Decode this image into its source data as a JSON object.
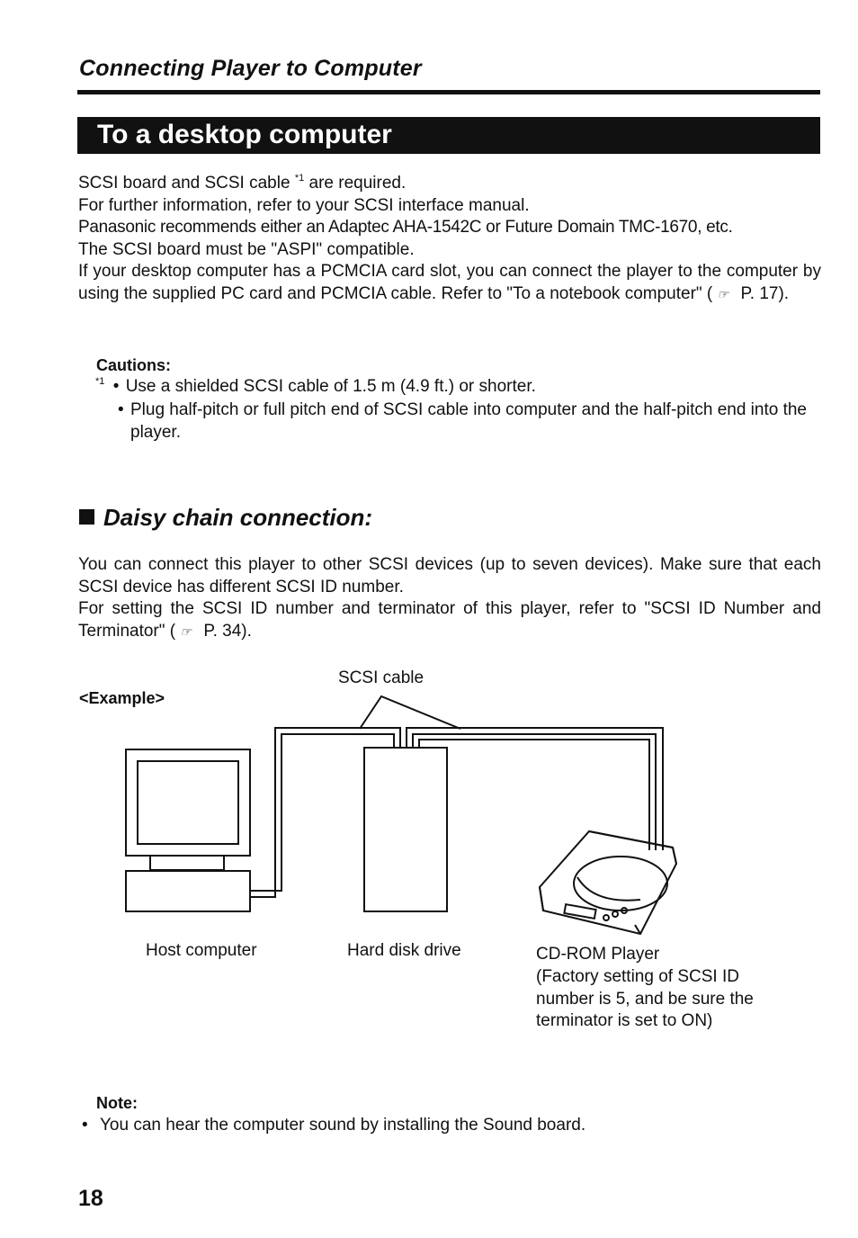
{
  "chapter_title": "Connecting Player to Computer",
  "section_title": "To a desktop computer",
  "intro": {
    "line1_pre": "SCSI board and SCSI cable ",
    "line1_sup": "*1",
    "line1_post": " are required.",
    "line2": "For further information, refer to your SCSI interface manual.",
    "line3": "Panasonic recommends either an Adaptec AHA-1542C or Future Domain TMC-1670, etc.",
    "line4": "The SCSI board must be \"ASPI\" compatible.",
    "line5_pre": "If your desktop computer has a PCMCIA card slot, you can connect the player to the computer by using the supplied PC card and PCMCIA cable. Refer to \"To a notebook computer\" ( ",
    "line5_ref": "P. 17)."
  },
  "cautions": {
    "heading": "Cautions:",
    "marker": "*1",
    "item1": "Use a shielded SCSI cable of 1.5 m (4.9 ft.) or shorter.",
    "item2": "Plug half-pitch or full pitch end of SCSI cable into computer and the half-pitch end into the player."
  },
  "daisy": {
    "heading": "Daisy chain connection:",
    "para1": "You can connect this player to other SCSI devices (up to seven devices). Make sure that each SCSI device has different SCSI ID number.",
    "para2_pre": "For setting the SCSI ID number and terminator of this player, refer to \"SCSI ID Number and Terminator\" ( ",
    "para2_ref": "P. 34)."
  },
  "example": {
    "label": "<Example>",
    "cable_label": "SCSI cable",
    "host_label": "Host computer",
    "hdd_label": "Hard disk drive",
    "cdrom_label": "CD-ROM Player",
    "cdrom_note": "(Factory setting of SCSI ID number is 5, and be sure the terminator is set to ON)"
  },
  "note": {
    "heading": "Note:",
    "item1": "You can hear the computer sound by installing the Sound board."
  },
  "page_number": "18",
  "icons": {
    "ref": "reference-hand-icon",
    "bullet": "bullet-icon",
    "square": "square-bullet-icon"
  }
}
